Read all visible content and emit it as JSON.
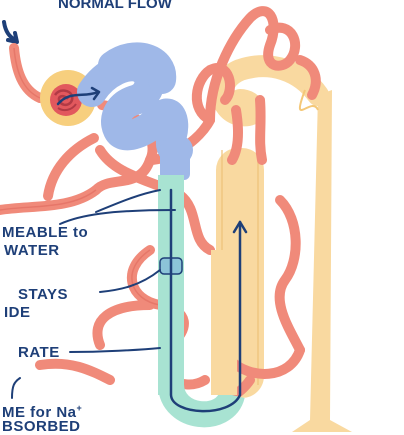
{
  "colors": {
    "outline": "#1e3f78",
    "capillary": "#f08a7a",
    "tubule_proximal": "#9fb8e8",
    "loop_limb": "#a8e3d2",
    "collecting_duct": "#f9d9a0",
    "glomerulus": "#e2585d",
    "capsule": "#f7cf7e"
  },
  "labels": {
    "top_fragment": "NORMAL FLOW",
    "permeable_line1": "MEABLE to",
    "permeable_line2": "WATER",
    "stays_line1": "STAYS",
    "stays_line2": "IDE",
    "rate": "RATE",
    "sodium_line1": "ME for Na",
    "sodium_superscript": "+",
    "sodium_line2": "BSORBED"
  }
}
